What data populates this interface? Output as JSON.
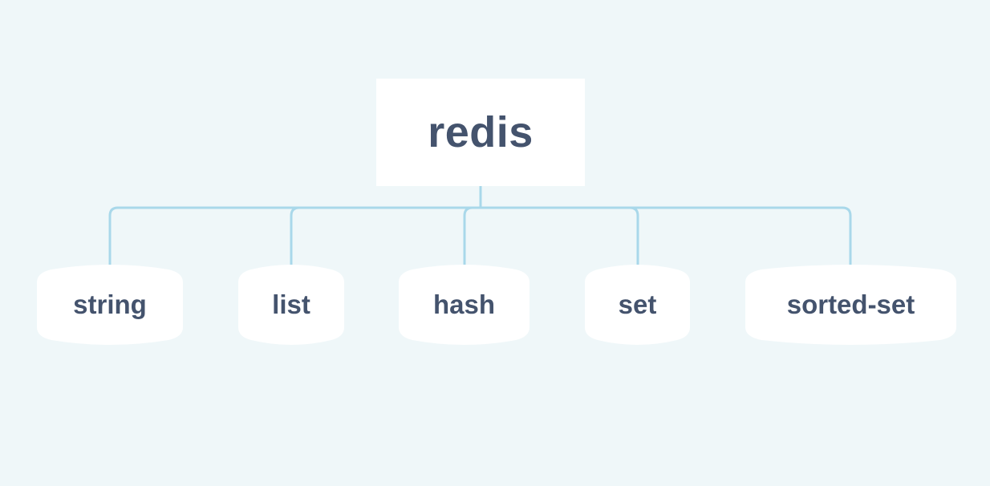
{
  "root": {
    "label": "redis"
  },
  "children": [
    {
      "label": "string"
    },
    {
      "label": "list"
    },
    {
      "label": "hash"
    },
    {
      "label": "set"
    },
    {
      "label": "sorted-set"
    }
  ],
  "colors": {
    "background": "#eff7f9",
    "node_fill": "#ffffff",
    "text": "#44536d",
    "connector": "#a9d8ea"
  }
}
